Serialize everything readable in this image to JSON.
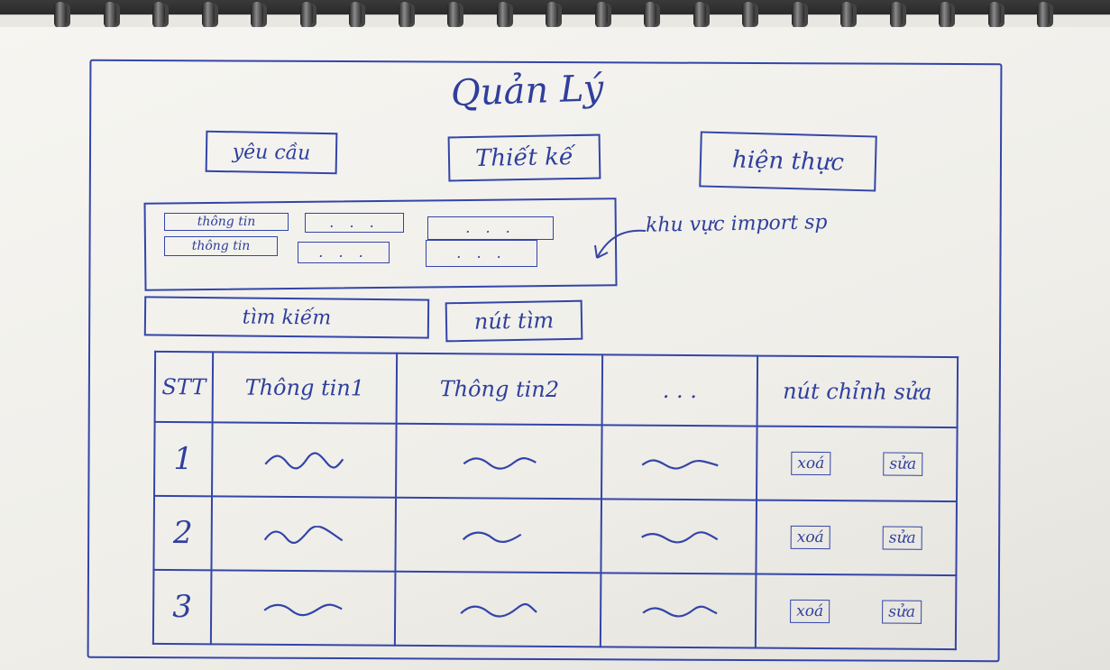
{
  "title": "Quản Lý",
  "tabs": [
    {
      "label": "yêu cầu"
    },
    {
      "label": "Thiết kế"
    },
    {
      "label": "hiện thực"
    }
  ],
  "import_area": {
    "labels": [
      "thông tin",
      "thông tin"
    ],
    "input_placeholder": ". . .",
    "note": "khu vực import sp"
  },
  "search": {
    "placeholder": "tìm kiếm",
    "button_label": "nút tìm"
  },
  "table": {
    "headers": [
      "STT",
      "Thông tin1",
      "Thông tin2",
      ". . .",
      "nút chỉnh sửa"
    ],
    "rows": [
      {
        "stt": "1",
        "delete_label": "xoá",
        "edit_label": "sửa"
      },
      {
        "stt": "2",
        "delete_label": "xoá",
        "edit_label": "sửa"
      },
      {
        "stt": "3",
        "delete_label": "xoá",
        "edit_label": "sửa"
      }
    ]
  },
  "colors": {
    "ink": "#3345a8",
    "paper": "#f6f5f1"
  }
}
